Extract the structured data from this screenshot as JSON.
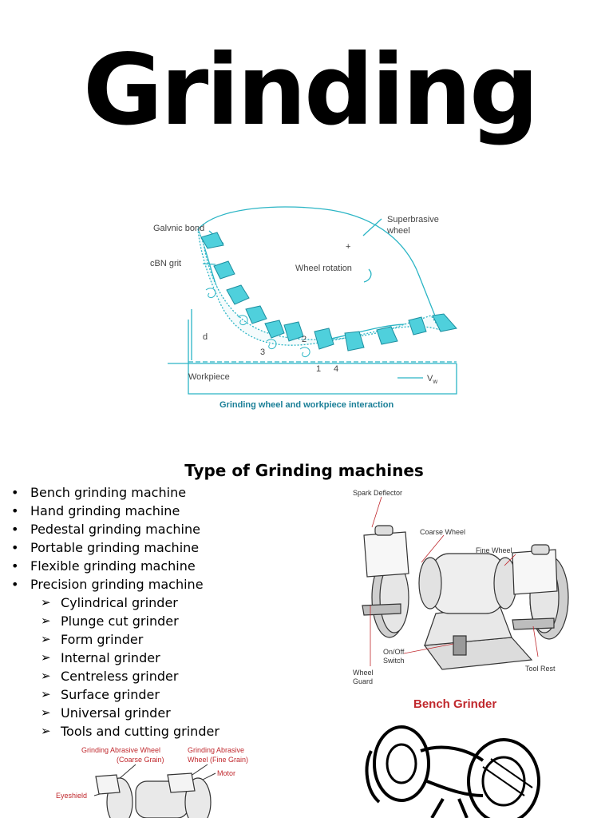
{
  "title": "Grinding",
  "figure_top": {
    "labels": {
      "galvanic_bond": "Galvnic bond",
      "cbn_grit": "cBN grit",
      "superabrasive_wheel_line1": "Superbrasive",
      "superabrasive_wheel_line2": "wheel",
      "wheel_rotation": "Wheel rotation",
      "depth": "d",
      "workpiece": "Workpiece",
      "velocity": "V",
      "velocity_sub": "w",
      "points": [
        "1",
        "2",
        "3",
        "4"
      ]
    },
    "caption": "Grinding wheel and workpiece interaction",
    "colors": {
      "line": "#2bb5c5",
      "grit": "#4fd0dc",
      "caption": "#1a7f97"
    }
  },
  "section_heading": "Type of Grinding machines",
  "machine_types": [
    "Bench grinding machine",
    "Hand grinding machine",
    "Pedestal grinding machine",
    "Portable grinding machine",
    "Flexible grinding machine",
    "Precision grinding machine"
  ],
  "precision_subtypes": [
    "Cylindrical grinder",
    "Plunge cut grinder",
    "Form grinder",
    "Internal grinder",
    "Centreless grinder",
    "Surface grinder",
    "Universal grinder",
    "Tools and cutting grinder"
  ],
  "bench_grinder_figure": {
    "labels": {
      "spark_deflector": "Spark Deflector",
      "coarse_wheel": "Coarse Wheel",
      "fine_wheel": "Fine Wheel",
      "on_off_switch_line1": "On/Off",
      "on_off_switch_line2": "Switch",
      "wheel_guard_line1": "Wheel",
      "wheel_guard_line2": "Guard",
      "tool_rest": "Tool Rest"
    },
    "caption": "Bench Grinder",
    "colors": {
      "label": "#c0282d"
    }
  },
  "bottom_left_figure": {
    "labels": {
      "coarse_line1": "Grinding Abrasive Wheel",
      "coarse_line2": "(Coarse Grain)",
      "fine_line1": "Grinding Abrasive",
      "fine_line2": "Wheel (Fine Grain)",
      "motor": "Motor",
      "eyeshield": "Eyeshield"
    }
  }
}
